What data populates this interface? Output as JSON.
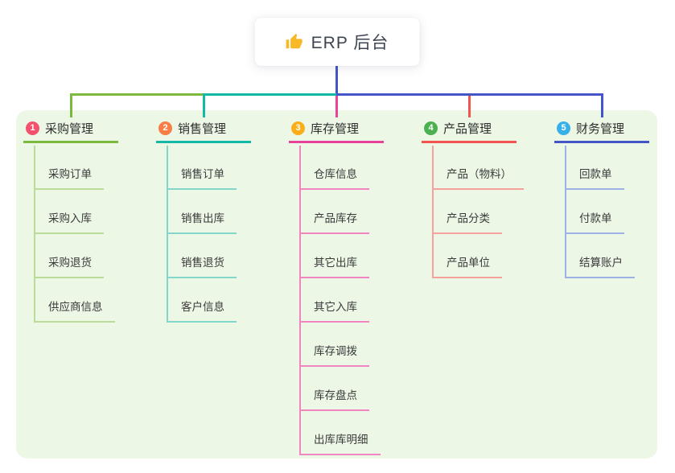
{
  "root": {
    "label": "ERP 后台",
    "icon": "thumbs-up-icon",
    "icon_color": "#f7b928"
  },
  "canvas": {
    "panel_color": "#ecf7e6",
    "page_color": "#ffffff"
  },
  "branches": [
    {
      "badge": "1",
      "label": "采购管理",
      "color": "#7cb93f",
      "light": "#b9dd99",
      "badge_color": "#f4516c",
      "children": [
        "采购订单",
        "采购入库",
        "采购退货",
        "供应商信息"
      ]
    },
    {
      "badge": "2",
      "label": "销售管理",
      "color": "#14b8a6",
      "light": "#84d6ca",
      "badge_color": "#f97d45",
      "children": [
        "销售订单",
        "销售出库",
        "销售退货",
        "客户信息"
      ]
    },
    {
      "badge": "3",
      "label": "库存管理",
      "color": "#e8439b",
      "light": "#f185c0",
      "badge_color": "#fbae17",
      "children": [
        "仓库信息",
        "产品库存",
        "其它出库",
        "其它入库",
        "库存调拨",
        "库存盘点",
        "出库库明细"
      ]
    },
    {
      "badge": "4",
      "label": "产品管理",
      "color": "#f4534f",
      "light": "#f5a29c",
      "badge_color": "#4caf50",
      "children": [
        "产品（物料）",
        "产品分类",
        "产品单位"
      ]
    },
    {
      "badge": "5",
      "label": "财务管理",
      "color": "#4355c7",
      "light": "#9db1e4",
      "badge_color": "#35b0e8",
      "children": [
        "回款单",
        "付款单",
        "结算账户"
      ]
    }
  ]
}
